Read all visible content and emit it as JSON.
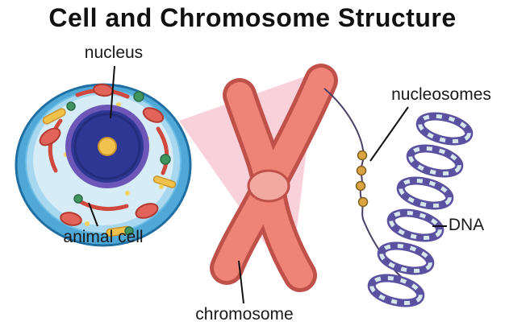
{
  "title": "Cell and Chromosome Structure",
  "labels": {
    "nucleus": "nucleus",
    "animal_cell": "animal cell",
    "chromosome": "chromosome",
    "nucleosomes": "nucleosomes",
    "dna": "DNA"
  },
  "colors": {
    "background": "#ffffff",
    "title_text": "#111111",
    "label_text": "#1a1a1a",
    "connector_line": "#111111",
    "cell_membrane": "#4fa8d6",
    "cell_membrane_edge": "#1f6fa3",
    "cell_inner_ring": "#a8d8ef",
    "cytoplasm": "#d6edf8",
    "nucleus_ring": "#6c57b8",
    "nucleus_fill": "#2e3794",
    "nucleolus": "#f2c14e",
    "er_strand": "#d1493e",
    "mitochondrion": "#e2635a",
    "golgi": "#f0c24b",
    "green_organelle": "#3f9460",
    "highlight_cone": "#f7c6d2",
    "chromosome_fill": "#ef8476",
    "chromosome_outline": "#c0504a",
    "centromere": "#f2a9a0",
    "dna_helix": "#5a51a0",
    "dna_band": "#d7e6ea",
    "chromatin_strand": "#4a3f66",
    "nucleosome_bead": "#d9a441"
  }
}
